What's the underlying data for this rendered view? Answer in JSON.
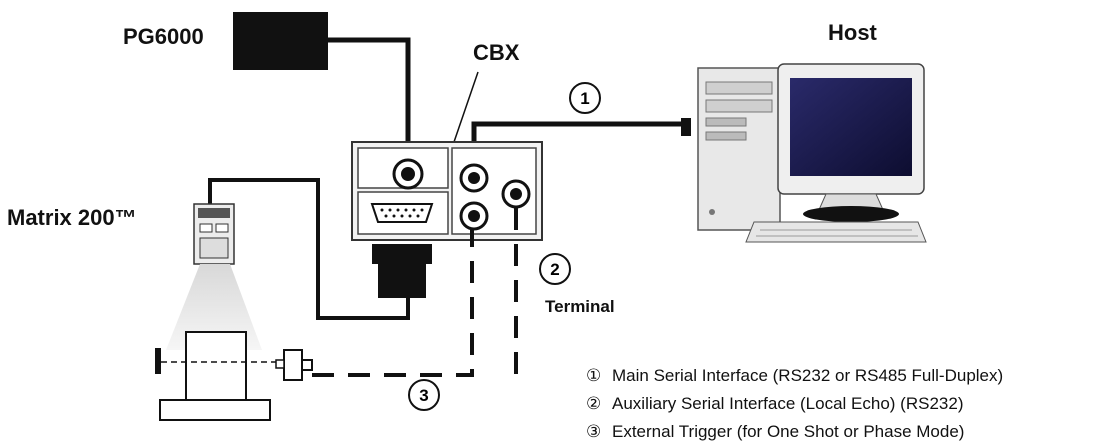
{
  "labels": {
    "pg6000": "PG6000",
    "cbx": "CBX",
    "host": "Host",
    "matrix": "Matrix 200™",
    "terminal": "Terminal"
  },
  "callouts": {
    "c1": "1",
    "c2": "2",
    "c3": "3"
  },
  "legend": [
    {
      "symbol": "①",
      "text": "Main Serial Interface (RS232 or RS485 Full-Duplex)"
    },
    {
      "symbol": "②",
      "text": "Auxiliary Serial Interface (Local Echo) (RS232)"
    },
    {
      "symbol": "③",
      "text": "External Trigger (for One Shot or Phase Mode)"
    }
  ]
}
